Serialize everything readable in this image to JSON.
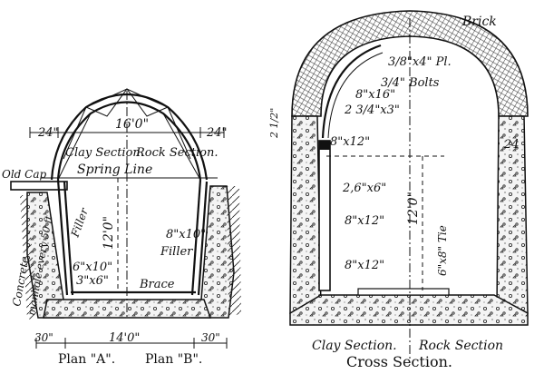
{
  "left": {
    "dim_24": "24\"",
    "dim_16": "16'0\"",
    "dim_24b": "24\"",
    "old_cap": "Old Cap",
    "clay_section": "Clay Section.",
    "rock_section": "Rock Section.",
    "spring_line": "Spring Line",
    "height": "12'0\"",
    "filler_left": "Filler",
    "post_8x10": "8\"x10\"",
    "filler_right": "Filler",
    "post_6x10": "6\"x10\"",
    "post_3x6": "3\"x6\"",
    "concrete_note_1": "Concrete",
    "concrete_note_2": "manhole every 50 ft",
    "brace": "Brace",
    "dim_30a": "30\"",
    "dim_14": "14'0\"",
    "dim_30b": "30\"",
    "plan_a": "Plan \"A\".",
    "plan_b": "Plan \"B\"."
  },
  "right": {
    "brick": "Brick",
    "plate": "3/8\"x4\" Pl.",
    "bolts": "3/4\" Bolts",
    "rib_8x16": "8\"x16\"",
    "rib_2x3": "2 3/4\"x3\"",
    "dim_2_half": "2 1/2\"",
    "dim_24": "24",
    "post_8x12_top": "8\"x12\"",
    "lag_2_6x6": "2,6\"x6\"",
    "post_8x12_mid": "8\"x12\"",
    "post_8x12_bot": "8\"x12\"",
    "height": "12'0\"",
    "tie": "6\"x8\" Tie",
    "clay_section": "Clay Section.",
    "rock_section": "Rock Section",
    "title": "Cross Section."
  }
}
